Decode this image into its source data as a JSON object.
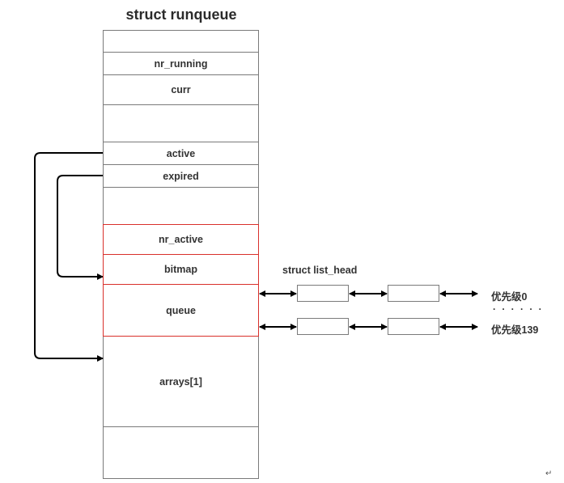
{
  "title": "struct runqueue",
  "fields": {
    "nr_running": "nr_running",
    "curr": "curr",
    "active": "active",
    "expired": "expired",
    "nr_active": "nr_active",
    "bitmap": "bitmap",
    "queue": "queue",
    "arrays1": "arrays[1]"
  },
  "list_head_label": "struct list_head",
  "priority_first": "优先级0",
  "priority_ellipsis": "· · · · · ·",
  "priority_last": "优先级139",
  "paragraph_mark": "↵",
  "colors": {
    "highlight_border": "#d9302b",
    "line": "#000000",
    "border": "#7a7a7a"
  }
}
